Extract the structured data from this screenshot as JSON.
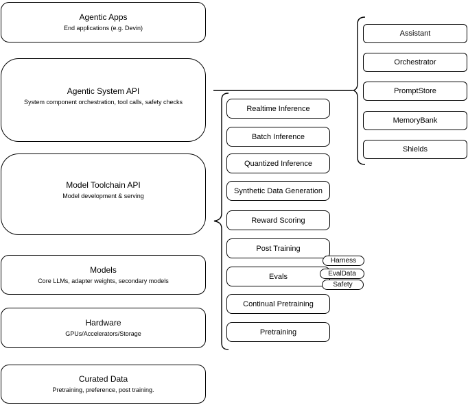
{
  "diagram": {
    "background_color": "#ffffff",
    "stroke_color": "#000000",
    "text_color": "#000000"
  },
  "left_column": {
    "nodes": [
      {
        "title": "Agentic Apps",
        "subtitle": "End applications (e.g. Devin)"
      },
      {
        "title": "Agentic System API",
        "subtitle": "System component orchestration, tool calls, safety checks"
      },
      {
        "title": "Model Toolchain API",
        "subtitle": "Model development & serving"
      },
      {
        "title": "Models",
        "subtitle": "Core LLMs, adapter weights, secondary models"
      },
      {
        "title": "Hardware",
        "subtitle": "GPUs/Accelerators/Storage"
      },
      {
        "title": "Curated Data",
        "subtitle": "Pretraining, preference, post training."
      }
    ]
  },
  "middle_column": {
    "items": [
      {
        "label": "Realtime Inference"
      },
      {
        "label": "Batch Inference"
      },
      {
        "label": "Quantized Inference"
      },
      {
        "label": "Synthetic Data Generation"
      },
      {
        "label": "Reward Scoring"
      },
      {
        "label": "Post Training"
      },
      {
        "label": "Evals"
      },
      {
        "label": "Continual Pretraining"
      },
      {
        "label": "Pretraining"
      }
    ],
    "evals_tags": [
      {
        "label": "Harness"
      },
      {
        "label": "EvalData"
      },
      {
        "label": "Safety"
      }
    ]
  },
  "right_column": {
    "items": [
      {
        "label": "Assistant"
      },
      {
        "label": "Orchestrator"
      },
      {
        "label": "PromptStore"
      },
      {
        "label": "MemoryBank"
      },
      {
        "label": "Shields"
      }
    ]
  }
}
